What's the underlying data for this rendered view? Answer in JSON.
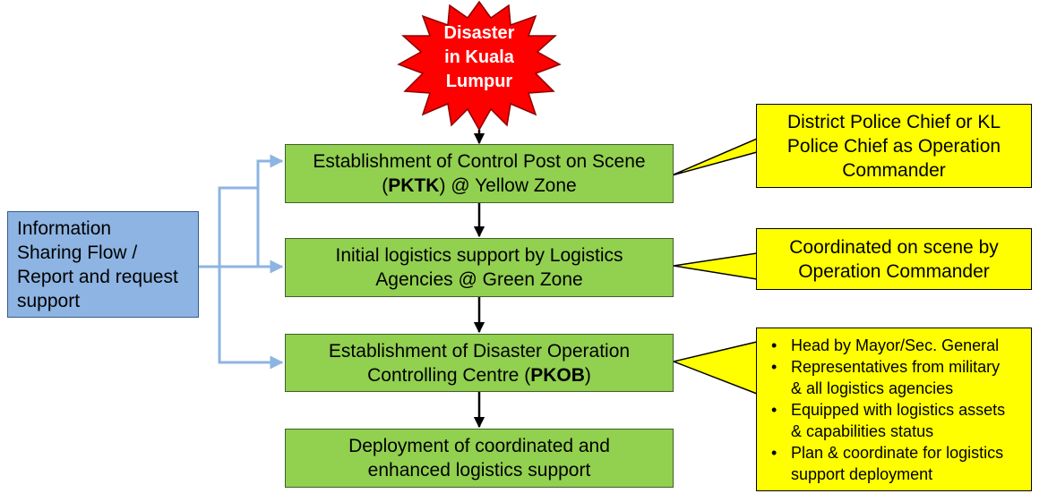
{
  "disaster": {
    "lines": [
      "Disaster",
      "in Kuala",
      "Lumpur"
    ]
  },
  "steps": [
    {
      "lines": [
        [
          {
            "t": "Establishment of Control Post on Scene",
            "b": false
          }
        ],
        [
          {
            "t": "(",
            "b": false
          },
          {
            "t": "PKTK",
            "b": true
          },
          {
            "t": ") @ Yellow Zone",
            "b": false
          }
        ]
      ]
    },
    {
      "lines": [
        [
          {
            "t": "Initial logistics support by Logistics",
            "b": false
          }
        ],
        [
          {
            "t": "Agencies @ Green Zone",
            "b": false
          }
        ]
      ]
    },
    {
      "lines": [
        [
          {
            "t": "Establishment of Disaster Operation",
            "b": false
          }
        ],
        [
          {
            "t": "Controlling Centre (",
            "b": false
          },
          {
            "t": "PKOB",
            "b": true
          },
          {
            "t": ")",
            "b": false
          }
        ]
      ]
    },
    {
      "lines": [
        [
          {
            "t": "Deployment of coordinated and",
            "b": false
          }
        ],
        [
          {
            "t": "enhanced logistics support",
            "b": false
          }
        ]
      ]
    }
  ],
  "info_box": {
    "lines": [
      "Information",
      "Sharing Flow /",
      "Report and request",
      "support"
    ]
  },
  "callouts": {
    "commander": {
      "lines": [
        "District Police Chief or KL",
        "Police Chief as Operation",
        "Commander"
      ]
    },
    "coordinated": {
      "lines": [
        "Coordinated on scene by",
        "Operation Commander"
      ]
    },
    "pkob_details": {
      "items": [
        [
          "Head by Mayor/Sec. General"
        ],
        [
          "Representatives from military",
          "& all logistics agencies"
        ],
        [
          "Equipped with logistics assets",
          "& capabilities status"
        ],
        [
          "Plan & coordinate for logistics",
          "support deployment"
        ]
      ]
    }
  },
  "colors": {
    "step_fill": "#92d050",
    "info_fill": "#8db4e2",
    "callout_fill": "#ffff00",
    "starburst_fill": "#ff0000",
    "flow_arrow": "#000000",
    "info_arrow": "#8db4e2"
  }
}
